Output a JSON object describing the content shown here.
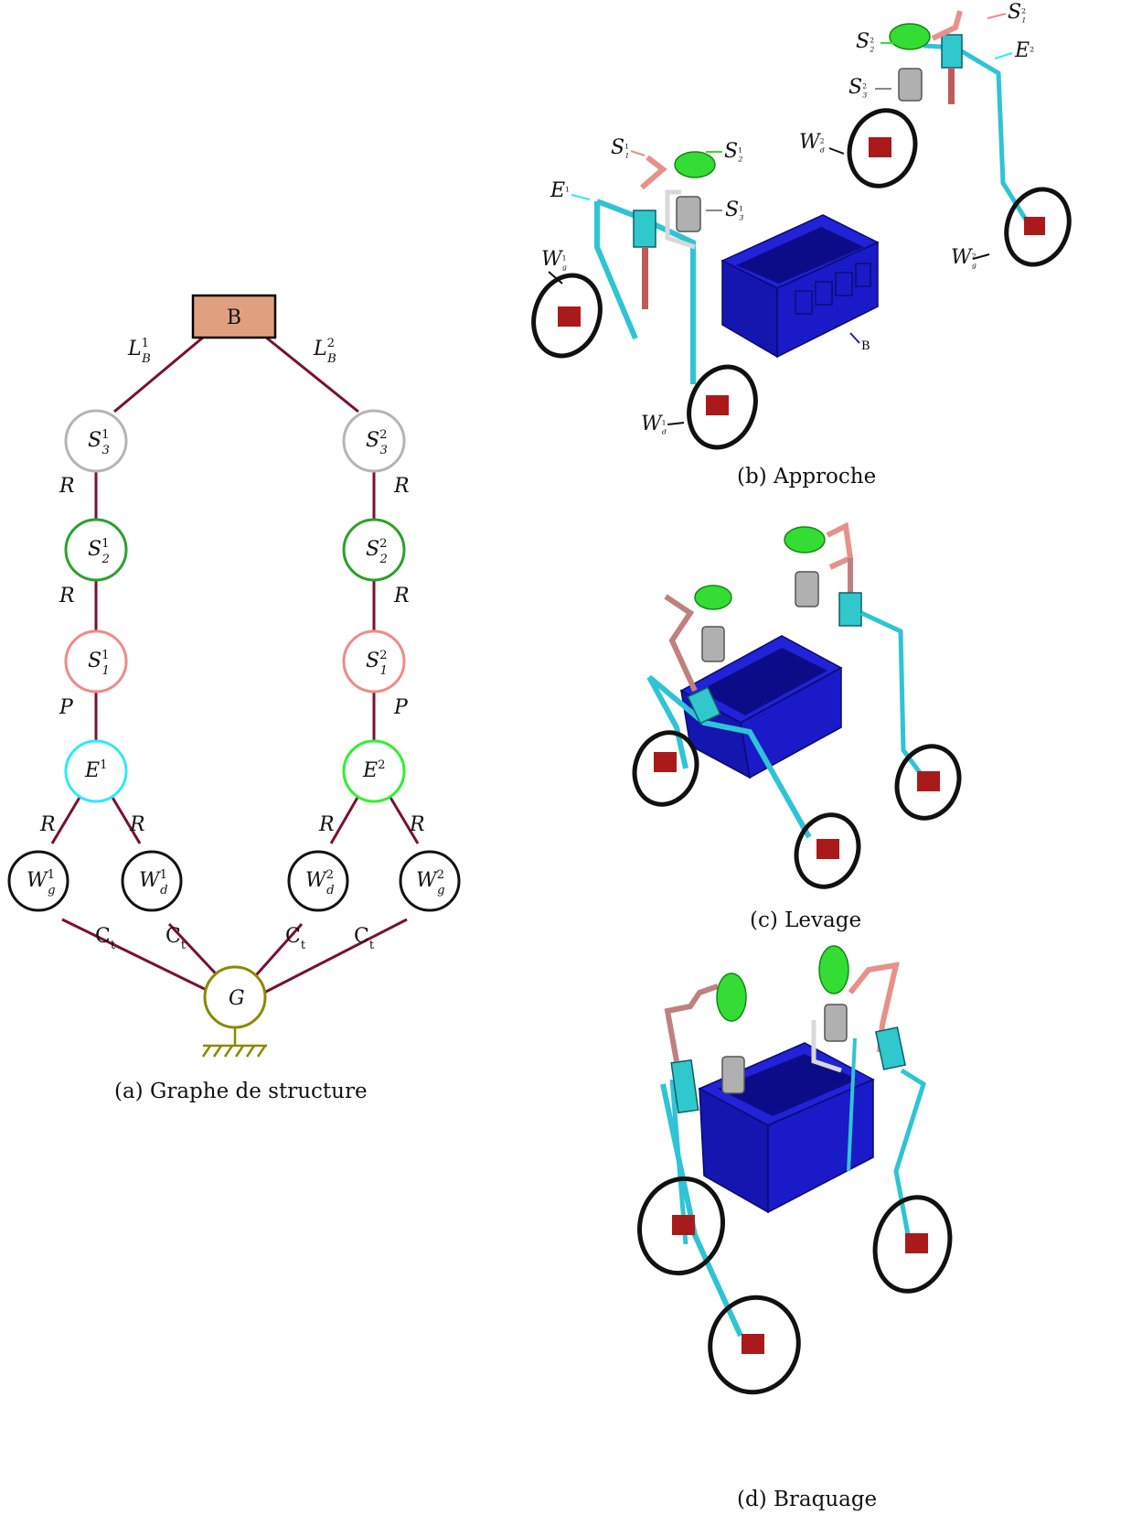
{
  "graph": {
    "caption": "(a) Graphe de structure",
    "nodes": {
      "B": {
        "label": "B",
        "fill": "#e0a080",
        "stroke": "#000000"
      },
      "S31": {
        "base": "S",
        "sup": "1",
        "sub": "3",
        "color": "#b5b5b5"
      },
      "S32": {
        "base": "S",
        "sup": "2",
        "sub": "3",
        "color": "#b5b5b5"
      },
      "S21": {
        "base": "S",
        "sup": "1",
        "sub": "2",
        "color": "#2ca02c"
      },
      "S22": {
        "base": "S",
        "sup": "2",
        "sub": "2",
        "color": "#2ca02c"
      },
      "S11": {
        "base": "S",
        "sup": "1",
        "sub": "1",
        "color": "#f08a8a"
      },
      "S12": {
        "base": "S",
        "sup": "2",
        "sub": "1",
        "color": "#f08a8a"
      },
      "E1": {
        "base": "E",
        "sup": "1",
        "color": "#2ee8ff"
      },
      "E2": {
        "base": "E",
        "sup": "2",
        "color": "#33ee33"
      },
      "Wg1": {
        "base": "W",
        "sup": "1",
        "sub": "g",
        "color": "#111111"
      },
      "Wd1": {
        "base": "W",
        "sup": "1",
        "sub": "d",
        "color": "#111111"
      },
      "Wd2": {
        "base": "W",
        "sup": "2",
        "sub": "d",
        "color": "#111111"
      },
      "Wg2": {
        "base": "W",
        "sup": "2",
        "sub": "g",
        "color": "#111111"
      },
      "G": {
        "base": "G",
        "color": "#8a8a00"
      }
    },
    "edge_labels": {
      "LB1": {
        "base": "L",
        "sup": "1",
        "sub": "B"
      },
      "LB2": {
        "base": "L",
        "sup": "2",
        "sub": "B"
      },
      "R": "R",
      "P": "P",
      "Ct_base": "C",
      "Ct_sub": "t"
    },
    "edge_color": "#7a1030"
  },
  "panels": {
    "b": {
      "caption": "(b) Approche",
      "callouts": {
        "S11": {
          "base": "S",
          "sup": "1",
          "sub": "1"
        },
        "S21": {
          "base": "S",
          "sup": "1",
          "sub": "2"
        },
        "S31": {
          "base": "S",
          "sup": "1",
          "sub": "3"
        },
        "E1": {
          "base": "E",
          "sup": "1"
        },
        "Wg1": {
          "base": "W",
          "sup": "1",
          "sub": "g"
        },
        "Wd1": {
          "base": "W",
          "sup": "1",
          "sub": "d"
        },
        "S12": {
          "base": "S",
          "sup": "2",
          "sub": "1"
        },
        "S22": {
          "base": "S",
          "sup": "2",
          "sub": "2"
        },
        "S32": {
          "base": "S",
          "sup": "2",
          "sub": "3"
        },
        "E2": {
          "base": "E",
          "sup": "2"
        },
        "Wd2": {
          "base": "W",
          "sup": "2",
          "sub": "d"
        },
        "Wg2": {
          "base": "W",
          "sup": "2",
          "sub": "g"
        },
        "B": {
          "label": "B"
        }
      }
    },
    "c": {
      "caption": "(c) Levage"
    },
    "d": {
      "caption": "(d) Braquage"
    }
  },
  "colors": {
    "bin": "#1a1ac8",
    "bin_dark": "#0d0d8a",
    "arm_cyan": "#2ec4d6",
    "scissor_pink": "#e8908a",
    "lift_green": "#33dd33",
    "cylinder_grey": "#a8a8a8",
    "wheel_black": "#111111",
    "motor_red": "#aa1a1a"
  }
}
